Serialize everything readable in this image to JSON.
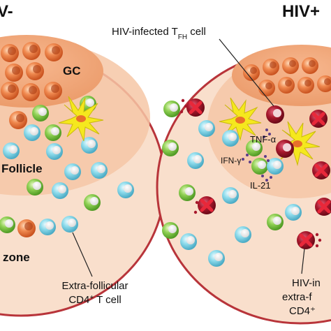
{
  "left_panel": {
    "title": "V-",
    "gc_label": "GC",
    "follicle_label": "Follicle",
    "zone_label": "zone",
    "callout_line1": "Extra-follicular",
    "callout_line2_prefix": "CD4",
    "callout_line2_sup": "+",
    "callout_line2_suffix": " T cell"
  },
  "right_panel": {
    "title": "HIV+",
    "infected_tfh_prefix": "HIV-infected T",
    "infected_tfh_sub": "FH",
    "infected_tfh_suffix": " cell",
    "tnf_label": "TNF-α",
    "ifn_label": "IFN-γ",
    "il21_label": "IL-21",
    "callout_line1": "HIV-in",
    "callout_line2": "extra-f",
    "callout_line3": "CD4⁺"
  },
  "colors": {
    "zone_fill": "#f8dcc8",
    "zone_stroke": "#c0392b",
    "follicle_fill": "#f5c8a8",
    "gc_fill": "#f0a878",
    "orange_cell": "#e8703a",
    "green_cell": "#7fc24a",
    "blue_cell": "#7ecfe0",
    "red_cell": "#a8182c",
    "dendritic": "#f5e81e"
  }
}
